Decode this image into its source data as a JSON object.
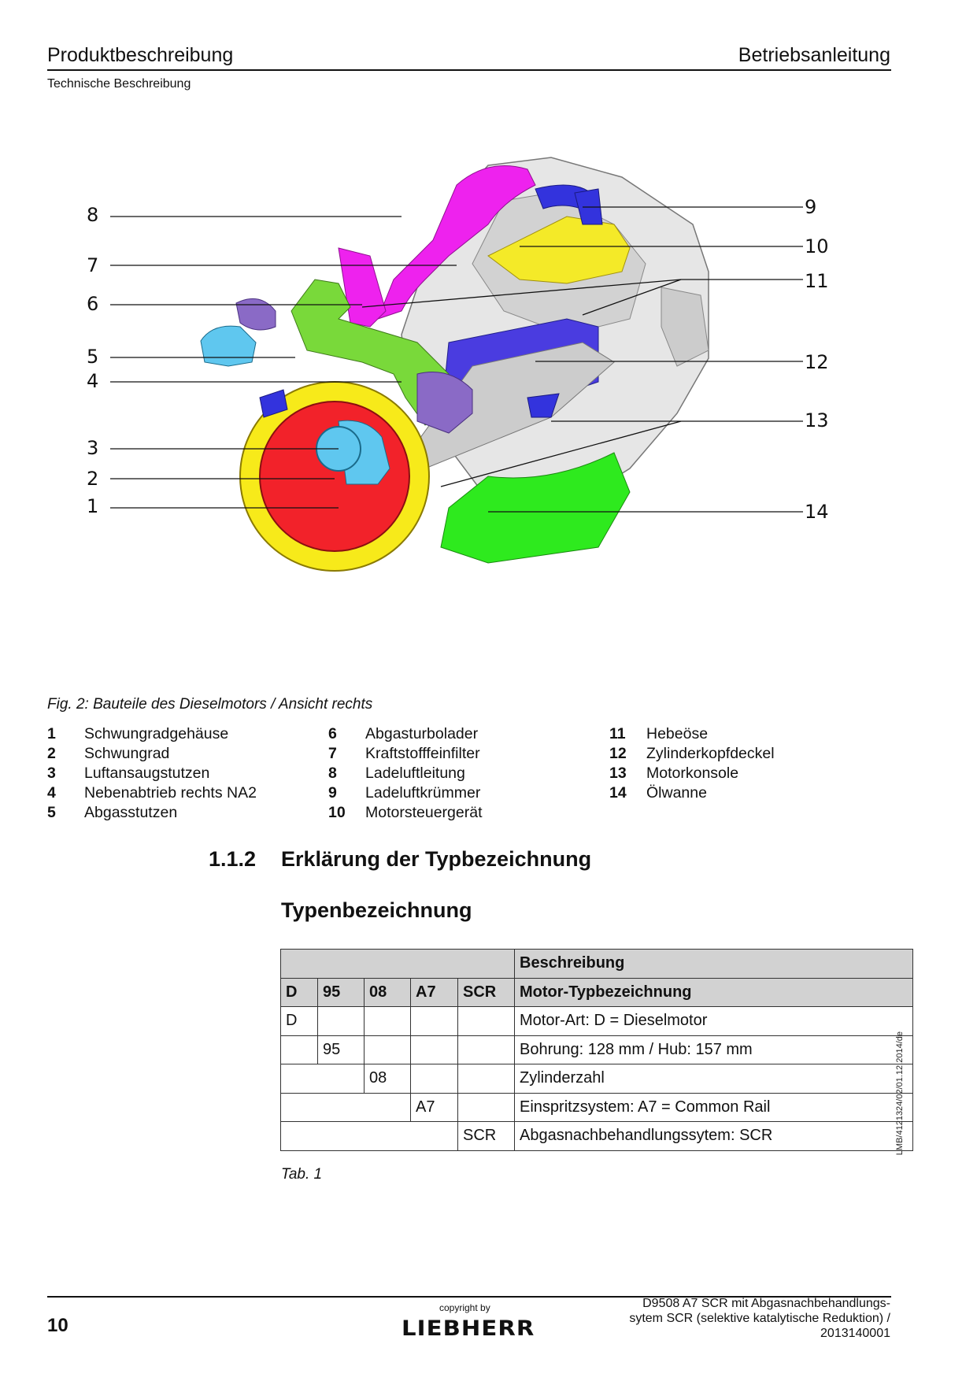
{
  "header": {
    "left": "Produktbeschreibung",
    "right": "Betriebsanleitung",
    "sub": "Technische Beschreibung"
  },
  "figure": {
    "callouts": [
      "1",
      "2",
      "3",
      "4",
      "5",
      "6",
      "7",
      "8",
      "9",
      "10",
      "11",
      "12",
      "13",
      "14"
    ],
    "caption": "Fig. 2: Bauteile des Dieselmotors / Ansicht rechts",
    "part_colors": {
      "flywheel_housing": "#f7ea1a",
      "flywheel": "#f2222a",
      "air_intake": "#5fc7ef",
      "exhaust_manifold": "#79d93a",
      "charge_air_line": "#ee22ee",
      "charge_air_elbow": "#3333dd",
      "engine_control_unit": "#f4ea28",
      "cylinder_head_cover": "#4a3ce0",
      "oil_pan": "#2eea1e",
      "turbocharger": "#8a6ac6"
    }
  },
  "legend": {
    "col1": [
      {
        "n": "1",
        "t": "Schwungradgehäuse"
      },
      {
        "n": "2",
        "t": "Schwungrad"
      },
      {
        "n": "3",
        "t": "Luftansaugstutzen"
      },
      {
        "n": "4",
        "t": "Nebenabtrieb rechts NA2"
      },
      {
        "n": "5",
        "t": "Abgasstutzen"
      }
    ],
    "col2": [
      {
        "n": "6",
        "t": "Abgasturbolader"
      },
      {
        "n": "7",
        "t": "Kraftstofffeinfilter"
      },
      {
        "n": "8",
        "t": "Ladeluftleitung"
      },
      {
        "n": "9",
        "t": "Ladeluftkrümmer"
      },
      {
        "n": "10",
        "t": "Motorsteuergerät"
      }
    ],
    "col3": [
      {
        "n": "11",
        "t": "Hebeöse"
      },
      {
        "n": "12",
        "t": "Zylinderkopfdeckel"
      },
      {
        "n": "13",
        "t": "Motorkonsole"
      },
      {
        "n": "14",
        "t": "Ölwanne"
      }
    ]
  },
  "section": {
    "number": "1.1.2",
    "title": "Erklärung der Typbezeichnung",
    "subtitle": "Typenbezeichnung"
  },
  "table": {
    "head1": "Beschreibung",
    "head2": [
      "D",
      "95",
      "08",
      "A7",
      "SCR",
      "Motor-Typbezeichnung"
    ],
    "rows": [
      {
        "code": "D",
        "desc": "Motor-Art: D = Dieselmotor"
      },
      {
        "code": "95",
        "desc": "Bohrung: 128 mm / Hub: 157 mm"
      },
      {
        "code": "08",
        "desc": "Zylinderzahl"
      },
      {
        "code": "A7",
        "desc": "Einspritzsystem: A7 = Common Rail"
      },
      {
        "code": "SCR",
        "desc": "Abgasnachbehandlungssytem: SCR"
      }
    ],
    "caption": "Tab. 1"
  },
  "side_code": "LMB/4121324/02/01.12.2014/de",
  "footer": {
    "page": "10",
    "copyright": "copyright by",
    "logo": "LIEBHERR",
    "doc_lines": [
      "D9508 A7 SCR mit Abgasnachbehandlungs-",
      "sytem SCR (selektive katalytische Reduktion) /",
      "2013140001"
    ]
  }
}
